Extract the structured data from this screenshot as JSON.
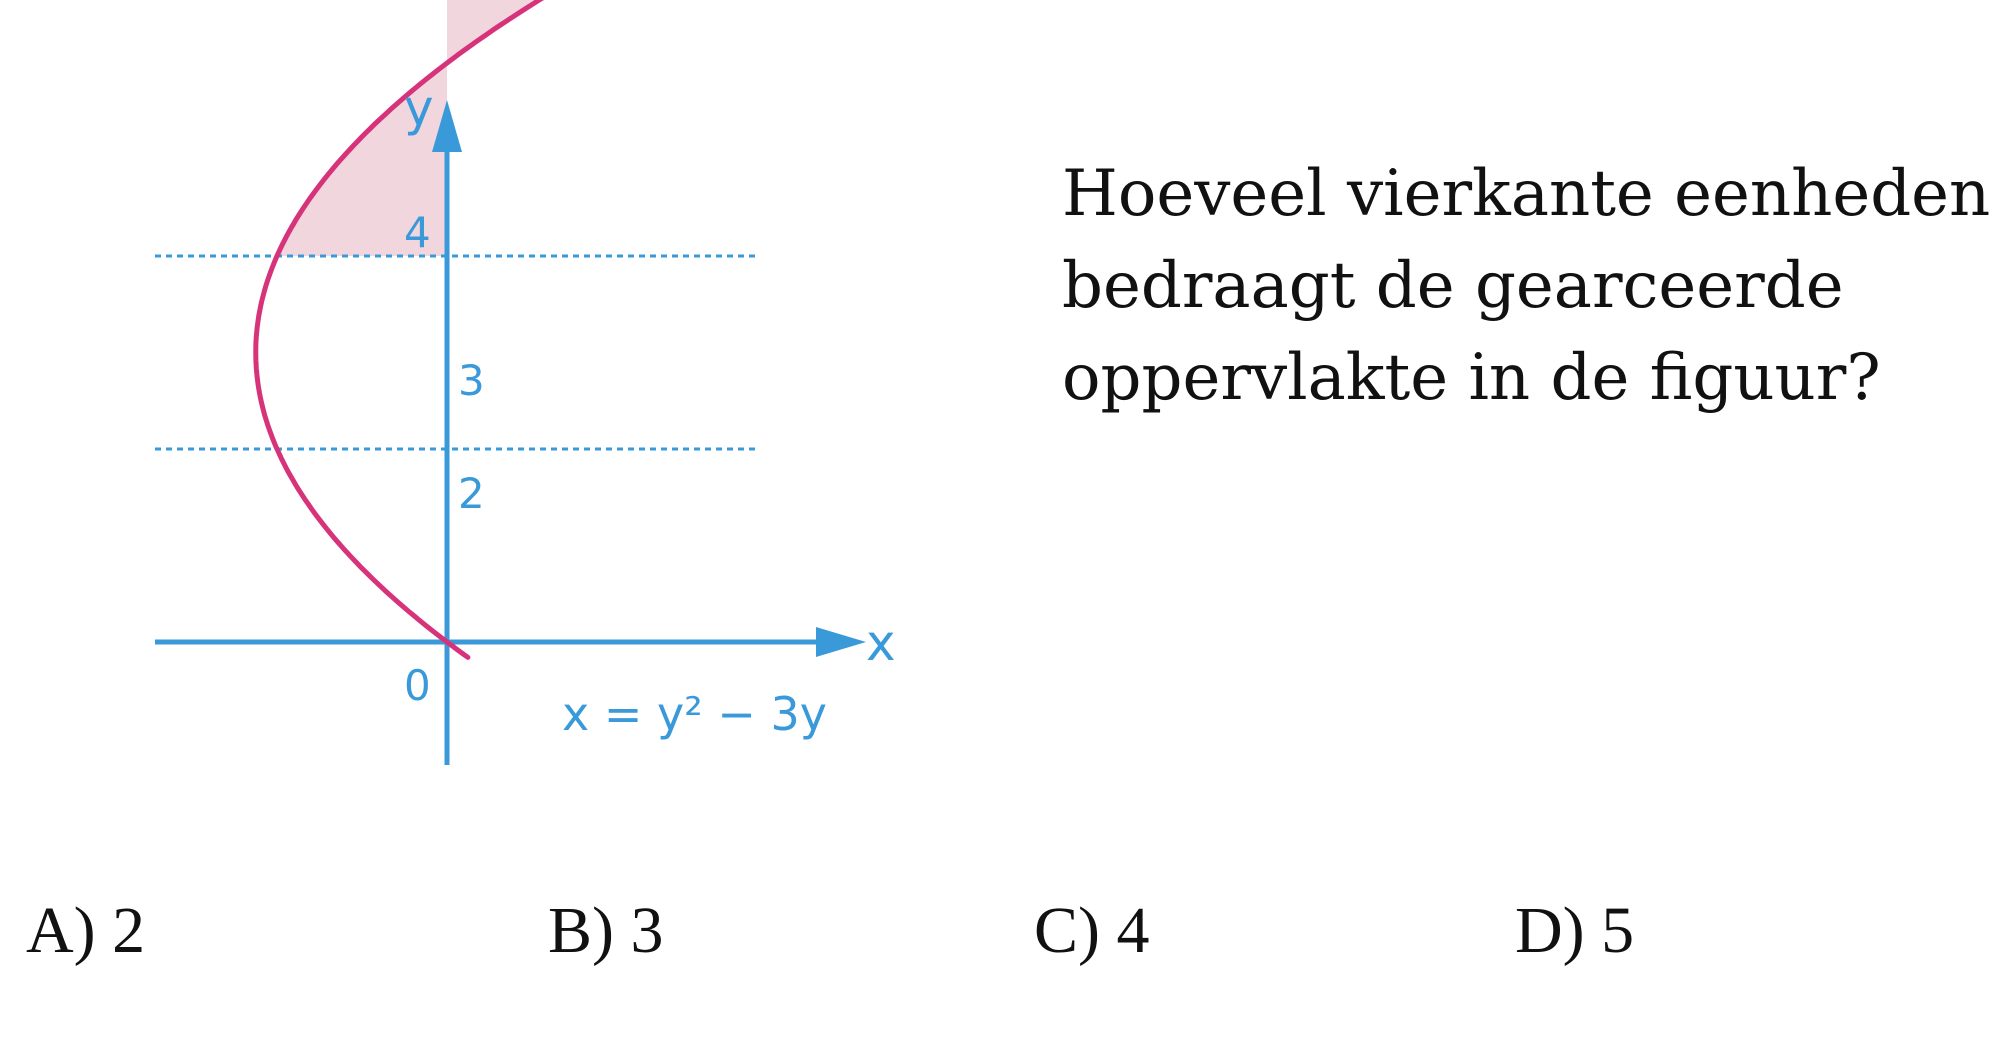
{
  "figure": {
    "axis_color": "#3a9ad9",
    "curve_color": "#d6337a",
    "shade_color": "#f2d6de",
    "x_axis_label": "x",
    "y_axis_label": "y",
    "origin_label": "0",
    "y_ticks": [
      "2",
      "3",
      "4"
    ],
    "curve_label": "x = y² − 3y"
  },
  "question": {
    "lines": [
      "Hoeveel vierkante eenheden",
      "bedraagt de gearceerde",
      "oppervlakte in de figuur?"
    ]
  },
  "answers": [
    {
      "label": "A) 2"
    },
    {
      "label": "B) 3"
    },
    {
      "label": "C) 4"
    },
    {
      "label": "D) 5"
    }
  ]
}
